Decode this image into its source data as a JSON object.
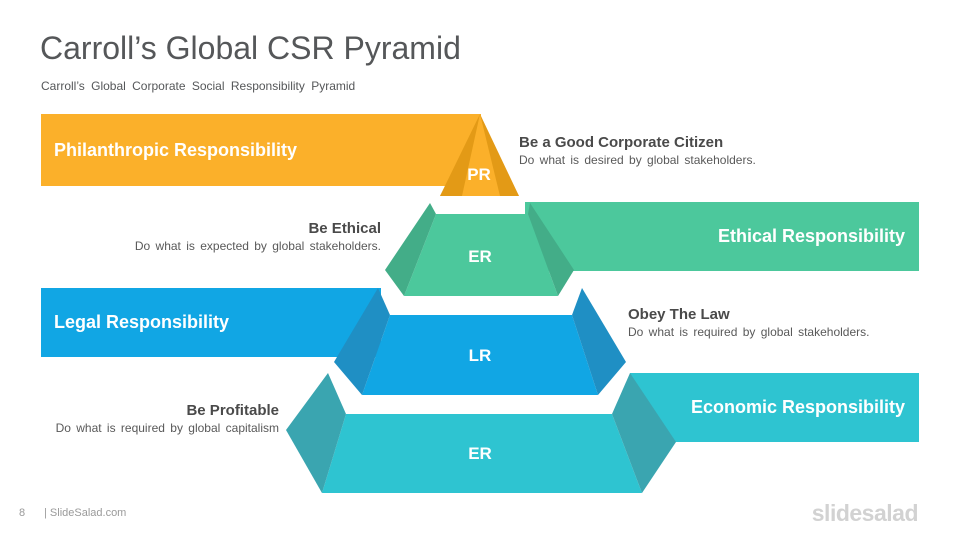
{
  "title": "Carroll’s Global CSR Pyramid",
  "subtitle": "Carroll’s Global Corporate Social Responsibility Pyramid",
  "levels": [
    {
      "abbr": "PR",
      "band_label": "Philanthropic Responsibility",
      "heading": "Be a Good Corporate Citizen",
      "description": "Do what is desired by global stakeholders.",
      "color": "#FBB02A"
    },
    {
      "abbr": "ER",
      "band_label": "Ethical Responsibility",
      "heading": "Be Ethical",
      "description": "Do what is expected by global stakeholders.",
      "color": "#4CC89C"
    },
    {
      "abbr": "LR",
      "band_label": "Legal Responsibility",
      "heading": "Obey The Law",
      "description": "Do what is required by global stakeholders.",
      "color": "#11A6E4"
    },
    {
      "abbr": "ER",
      "band_label": "Economic Responsibility",
      "heading": "Be Profitable",
      "description": "Do what is required by global capitalism",
      "color": "#2EC4D1"
    }
  ],
  "footer": {
    "page": "8",
    "source": "| SlideSalad.com",
    "logo": "slidesalad"
  }
}
